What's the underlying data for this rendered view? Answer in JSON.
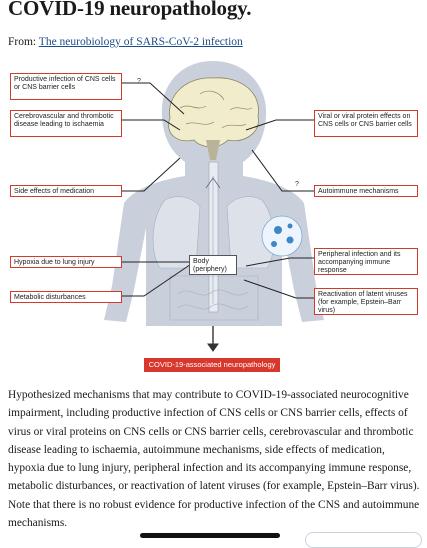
{
  "header": {
    "title": "COVID-19 neuropathology.",
    "from_prefix": "From: ",
    "from_link": "The neurobiology of SARS-CoV-2 infection"
  },
  "figure": {
    "left_labels": [
      "Productive infection of CNS cells or CNS barrier cells",
      "Cerebrovascular and thrombotic disease leading to ischaemia",
      "Side effects of medication",
      "Hypoxia due to lung injury",
      "Metabolic disturbances"
    ],
    "right_labels": [
      "Viral or viral protein effects on CNS cells or CNS barrier cells",
      "Autoimmune mechanisms",
      "Peripheral infection and its accompanying immune response",
      "Reactivation of latent viruses (for example, Epstein–Barr virus)"
    ],
    "body_label": "Body (periphery)",
    "question_mark": "?",
    "result_label": "COVID-19-associated neuropathology",
    "colors": {
      "accent": "#d33a2c",
      "body": "#c9d0dc",
      "brain": "#f1eccb"
    }
  },
  "caption": "Hypothesized mechanisms that may contribute to COVID-19-associated neurocognitive impairment, including productive infection of CNS cells or CNS barrier cells, effects of virus or viral proteins on CNS cells or CNS barrier cells, cerebrovascular and thrombotic disease leading to ischaemia, autoimmune mechanisms, side effects of medication, hypoxia due to lung injury, peripheral infection and its accompanying immune response, metabolic disturbances, or reactivation of latent viruses (for example, Epstein–Barr virus). Note that there is no robust evidence for productive infection of the CNS and autoimmune mechanisms."
}
